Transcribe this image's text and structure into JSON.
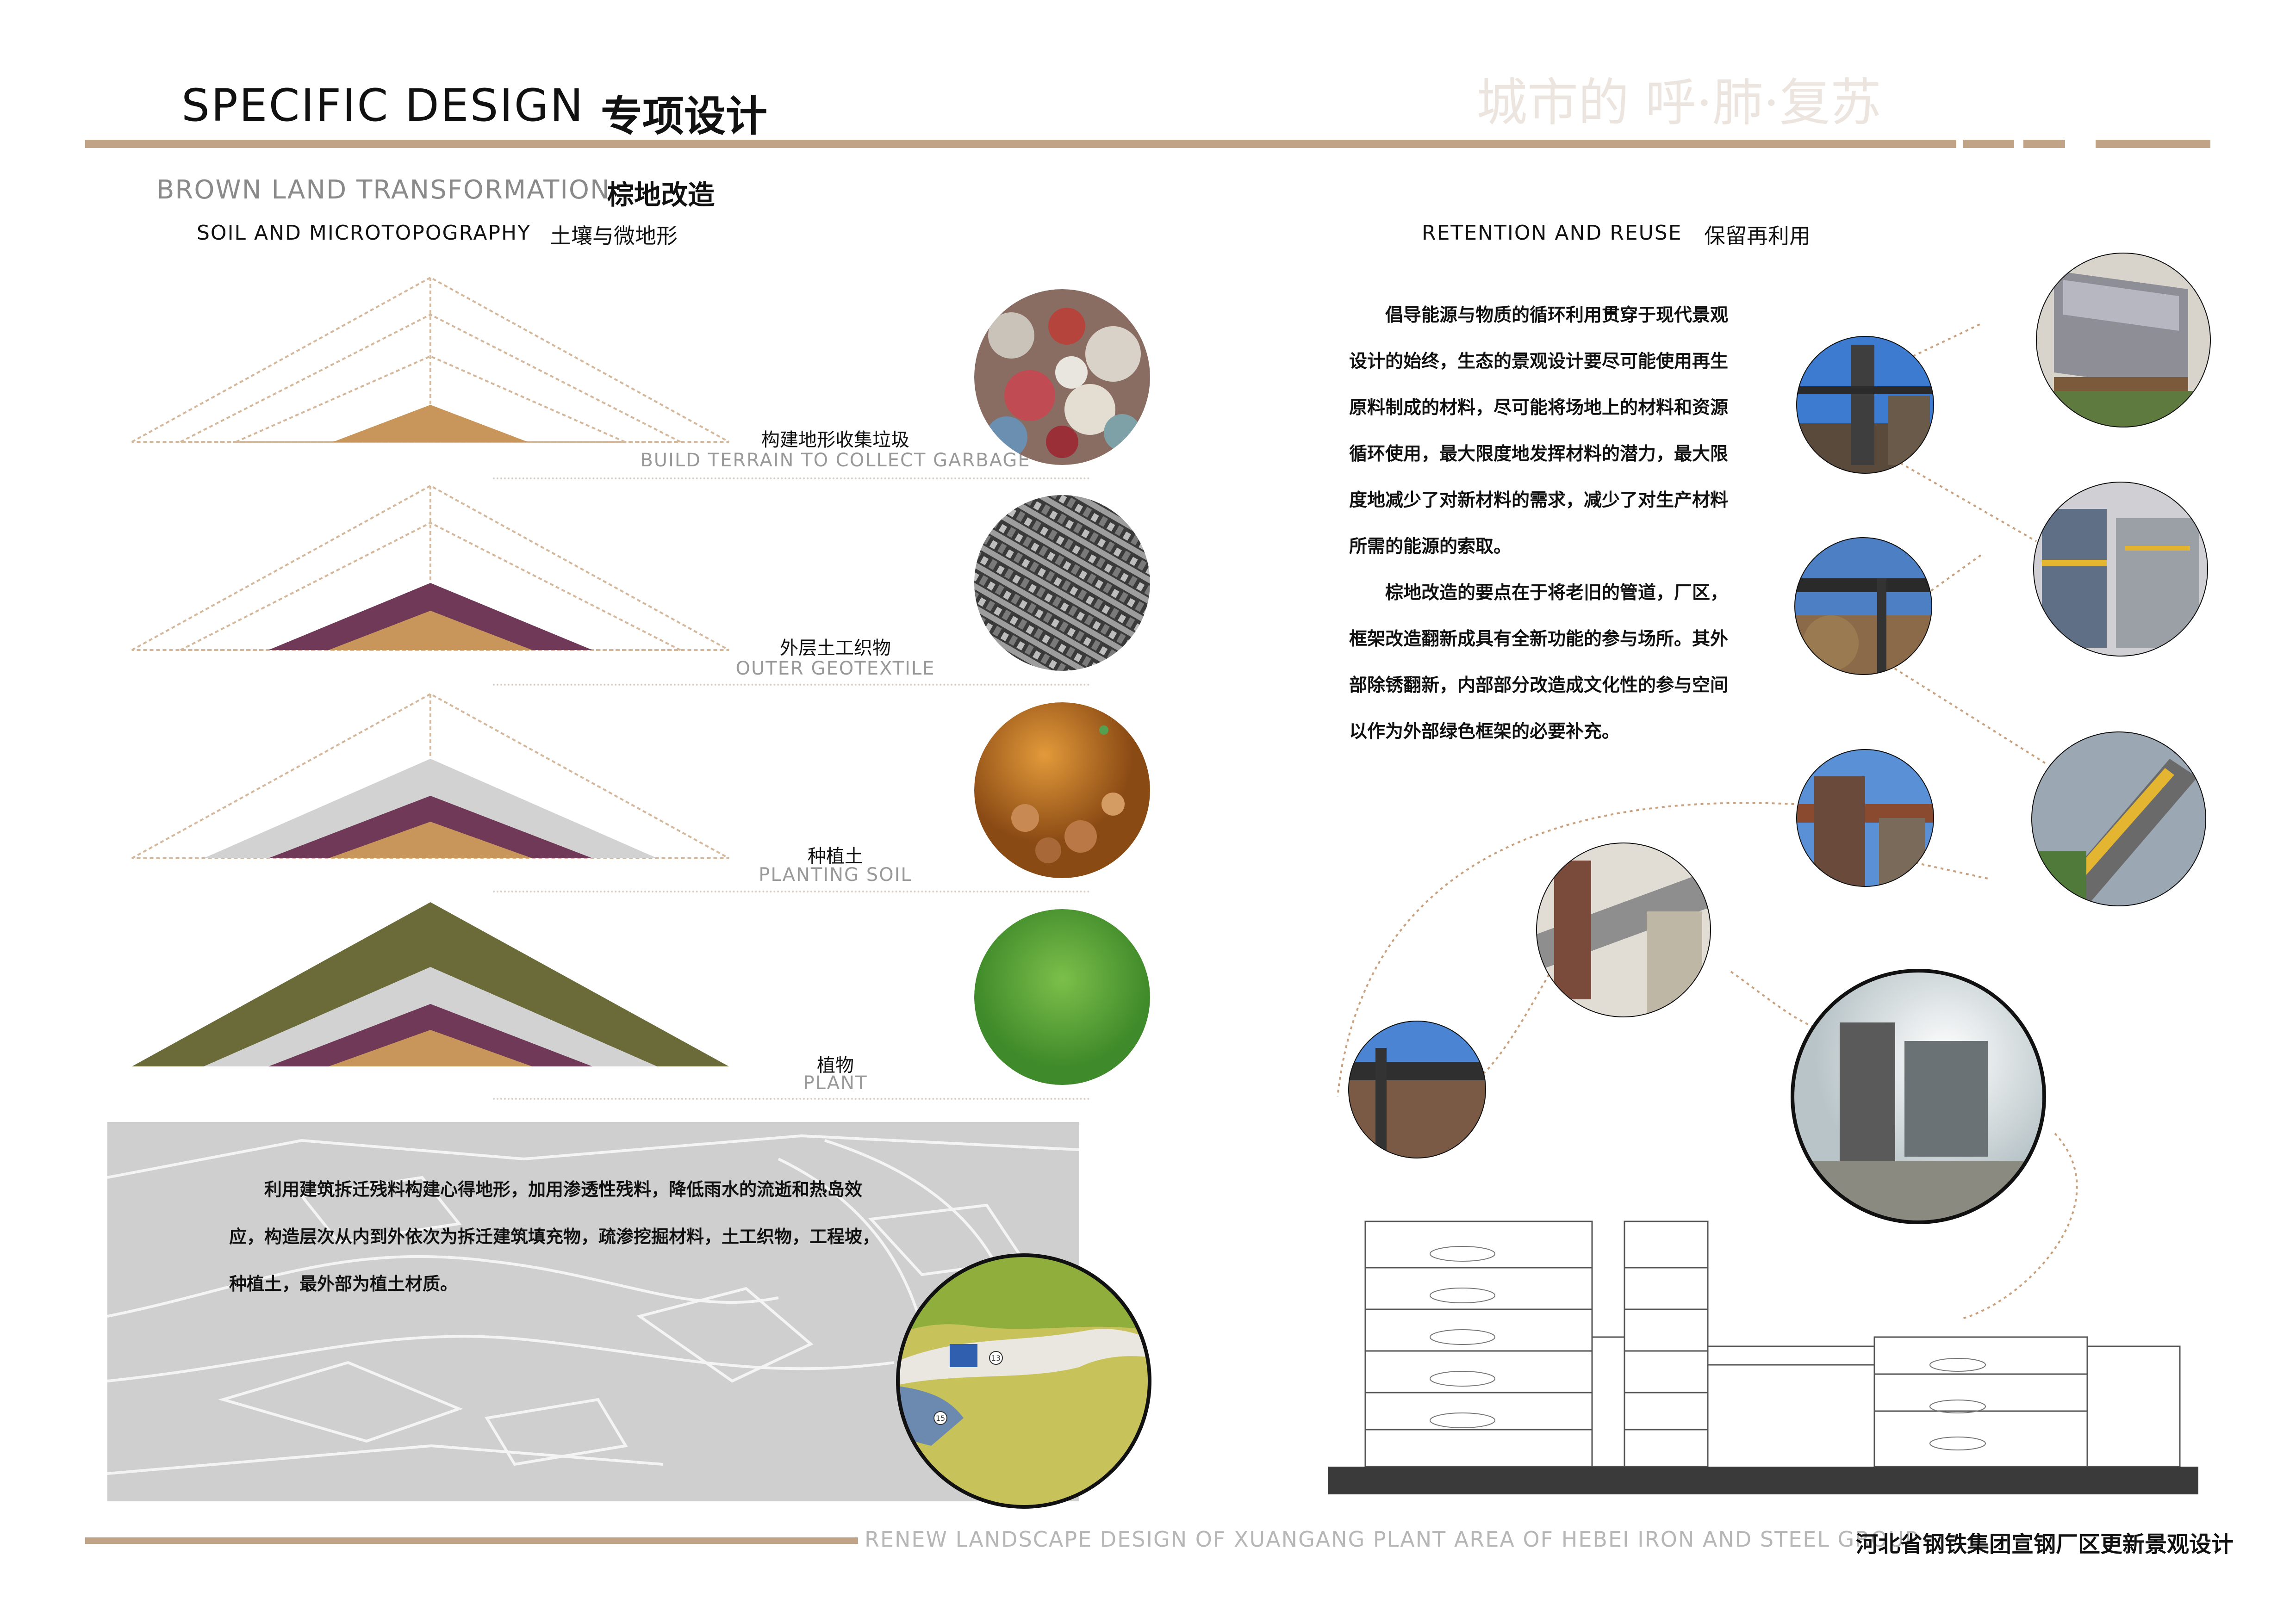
{
  "header": {
    "title_en": "SPECIFIC DESIGN",
    "title_zh": "专项设计",
    "watermark": "城市的 呼·肺·复苏"
  },
  "section_brown": {
    "title_en": "BROWN LAND TRANSFORMATION",
    "title_zh": "棕地改造"
  },
  "soil": {
    "title_en": "SOIL AND MICROTOPOGRAPHY",
    "title_zh": "土壤与微地形",
    "layers": [
      {
        "label_zh": "构建地形收集垃圾",
        "label_en": "BUILD TERRAIN TO COLLECT GARBAGE",
        "photo_icon": "garbage-photo"
      },
      {
        "label_zh": "外层土工织物",
        "label_en": "OUTER GEOTEXTILE",
        "photo_icon": "geotextile-photo"
      },
      {
        "label_zh": "种植土",
        "label_en": "PLANTING SOIL",
        "photo_icon": "soil-photo"
      },
      {
        "label_zh": "植物",
        "label_en": "PLANT",
        "photo_icon": "grass-photo"
      }
    ],
    "colors": {
      "core": "#c8965a",
      "geotextile": "#6f3957",
      "soil": "#d2d2d2",
      "plant": "#6b6b3a",
      "outline": "#d4b89c"
    }
  },
  "map_note": {
    "text": "利用建筑拆迁残料构建心得地形，加用渗透性残料，降低雨水的流逝和热岛效应，构造层次从内到外依次为拆迁建筑填充物，疏渗挖掘材料，土工织物，工程坡，种植土，最外部为植土材质。",
    "marker_13": "13",
    "marker_15": "15"
  },
  "retention": {
    "title_en": "RETENTION AND REUSE",
    "title_zh": "保留再利用",
    "para1": "倡导能源与物质的循环利用贯穿于现代景观设计的始终，生态的景观设计要尽可能使用再生原料制成的材料，尽可能将场地上的材料和资源循环使用，最大限度地发挥材料的潜力，最大限度地减少了对新材料的需求，减少了对生产材料所需的能源的索取。",
    "para2": "棕地改造的要点在于将老旧的管道，厂区，框架改造翻新成具有全新功能的参与场所。其外部除锈翻新，内部部分改造成文化性的参与空间以作为外部绿色框架的必要补充。"
  },
  "footer": {
    "title_en": "RENEW LANDSCAPE DESIGN OF XUANGANG PLANT AREA OF HEBEI IRON AND STEEL GROUP",
    "title_zh": "河北省钢铁集团宣钢厂区更新景观设计"
  }
}
